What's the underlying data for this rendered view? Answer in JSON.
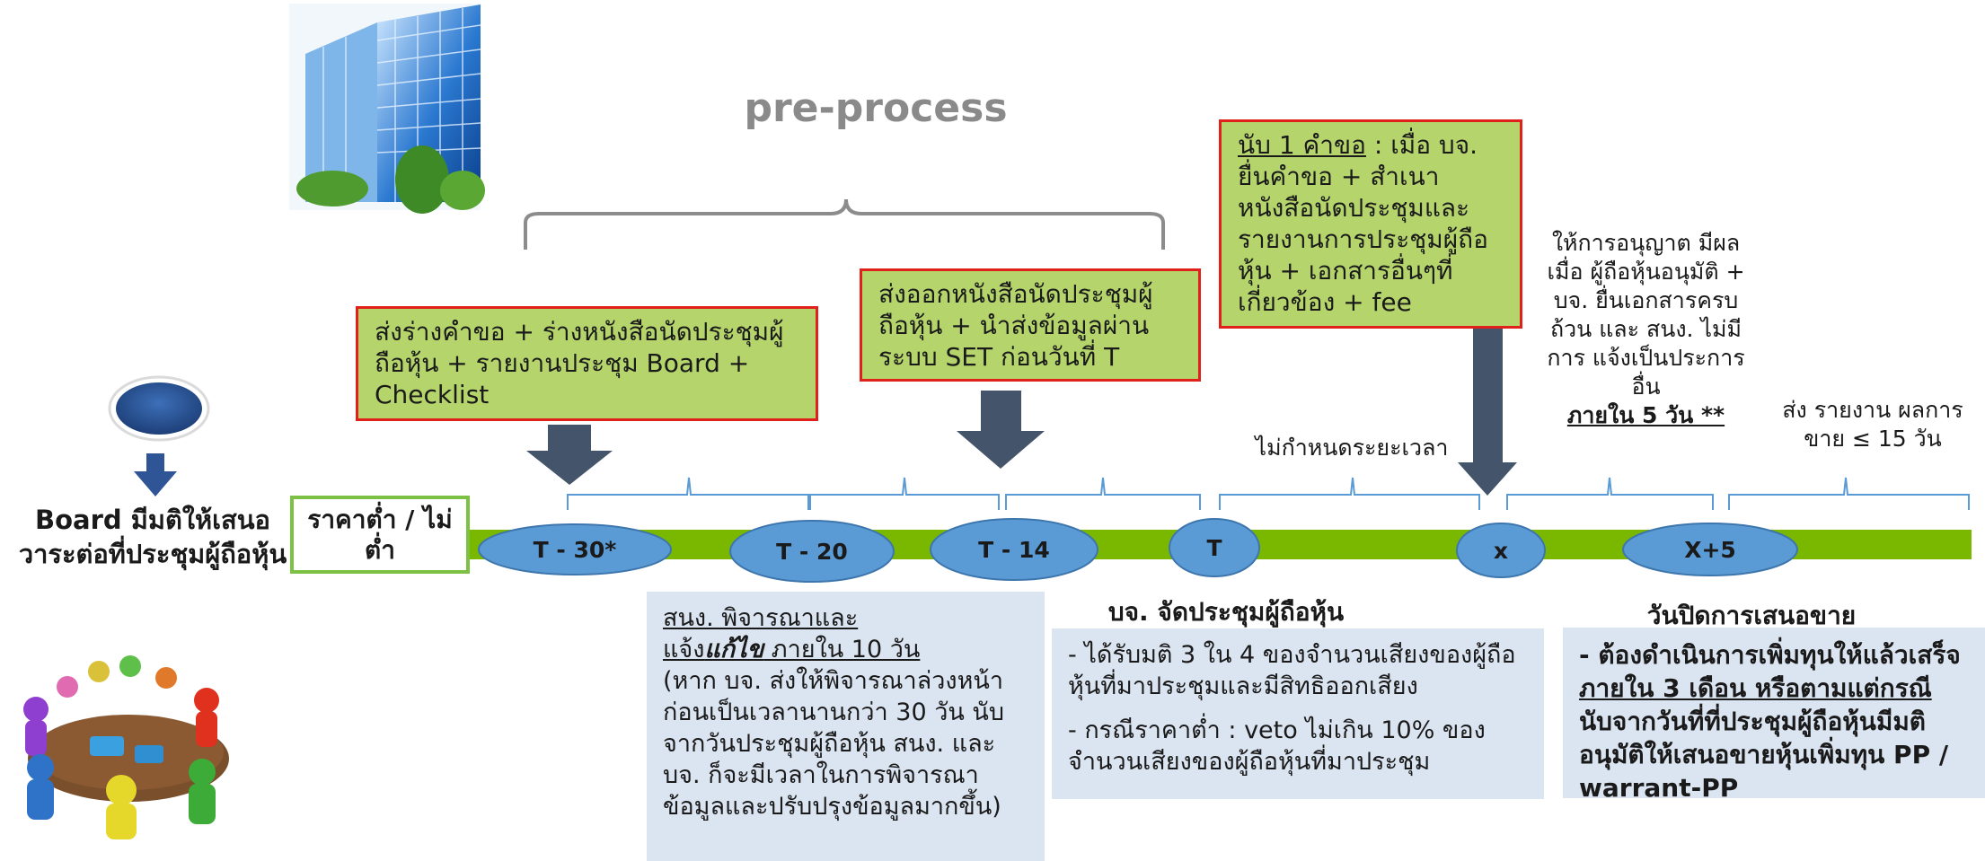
{
  "title": "pre-process",
  "board": {
    "bold": "Board",
    "rest": " มีมติให้เสนอวาระต่อที่ประชุมผู้ถือหุ้น"
  },
  "price_box": "ราคาต่ำ / ไม่ต่ำ",
  "timeline_points": [
    "T - 30*",
    "T - 20",
    "T - 14",
    "T",
    "x",
    "X+5"
  ],
  "box_draft": "ส่งร่างคำขอ + ร่างหนังสือนัดประชุมผู้ถือหุ้น + รายงานประชุม Board + Checklist",
  "box_send_notice": "ส่งออกหนังสือนัดประชุมผู้ถือหุ้น + นำส่งข้อมูลผ่านระบบ SET ก่อนวันที่ T",
  "box_count": {
    "underlined": "นับ 1 คำขอ",
    "rest": " : เมื่อ บจ. ยื่นคำขอ + สำเนาหนังสือนัดประชุมและรายงานการประชุมผู้ถือหุ้น + เอกสารอื่นๆที่เกี่ยวข้อง + fee"
  },
  "permit_note": {
    "text": "ให้การอนุญาต มีผลเมื่อ ผู้ถือหุ้นอนุมัติ + บจ. ยื่นเอกสารครบถ้วน และ สนง. ไม่มีการ แจ้งเป็นประการอื่น",
    "emphasis": "ภายใน 5 วัน **"
  },
  "report_note": "ส่ง รายงาน ผลการขาย ≤ 15 วัน",
  "no_time_limit": "ไม่กำหนดระยะเวลา",
  "sec_review": {
    "head1": "สนง. พิจารณาและ",
    "head2a": "แจ้ง",
    "head2b": "แก้ไข",
    "head2c": " ภายใน 10 วัน",
    "body": "(หาก บจ. ส่งให้พิจารณาล่วงหน้าก่อนเป็นเวลานานกว่า 30 วัน นับจากวันประชุมผู้ถือหุ้น สนง. และ บจ. ก็จะมีเวลาในการพิจารณาข้อมูลและปรับปรุงข้อมูลมากขึ้น)"
  },
  "meeting": {
    "heading": "บจ. จัดประชุมผู้ถือหุ้น",
    "point1": "- ได้รับมติ 3 ใน 4 ของจำนวนเสียงของผู้ถือหุ้นที่มาประชุมและมีสิทธิออกเสียง",
    "point2": "- กรณีราคาต่ำ : veto ไม่เกิน 10% ของจำนวนเสียงของผู้ถือหุ้นที่มาประชุม"
  },
  "close_offer": {
    "heading": "วันปิดการเสนอขาย",
    "part1": "- ต้องดำเนินการเพิ่มทุนให้แล้วเสร็จ",
    "part2": "ภายใน 3 เดือน หรือตามแต่กรณี",
    "part3": " นับจากวันที่ที่ประชุมผู้ถือหุ้นมีมติอนุมัติให้เสนอขายหุ้นเพิ่มทุน PP / warrant-PP"
  },
  "colors": {
    "timeline_green": "#7ab800",
    "ellipse_blue": "#5b9bd5",
    "arrow_slate": "#44546a",
    "box_green": "#b5d56c",
    "box_red_border": "#e0201b",
    "box_blue": "#dbe4f1",
    "bracket_blue": "#5b9bd5",
    "title_gray": "#8a8a8a"
  },
  "images": {
    "building": "glass-office-building",
    "meeting": "round-table-meeting-people"
  }
}
